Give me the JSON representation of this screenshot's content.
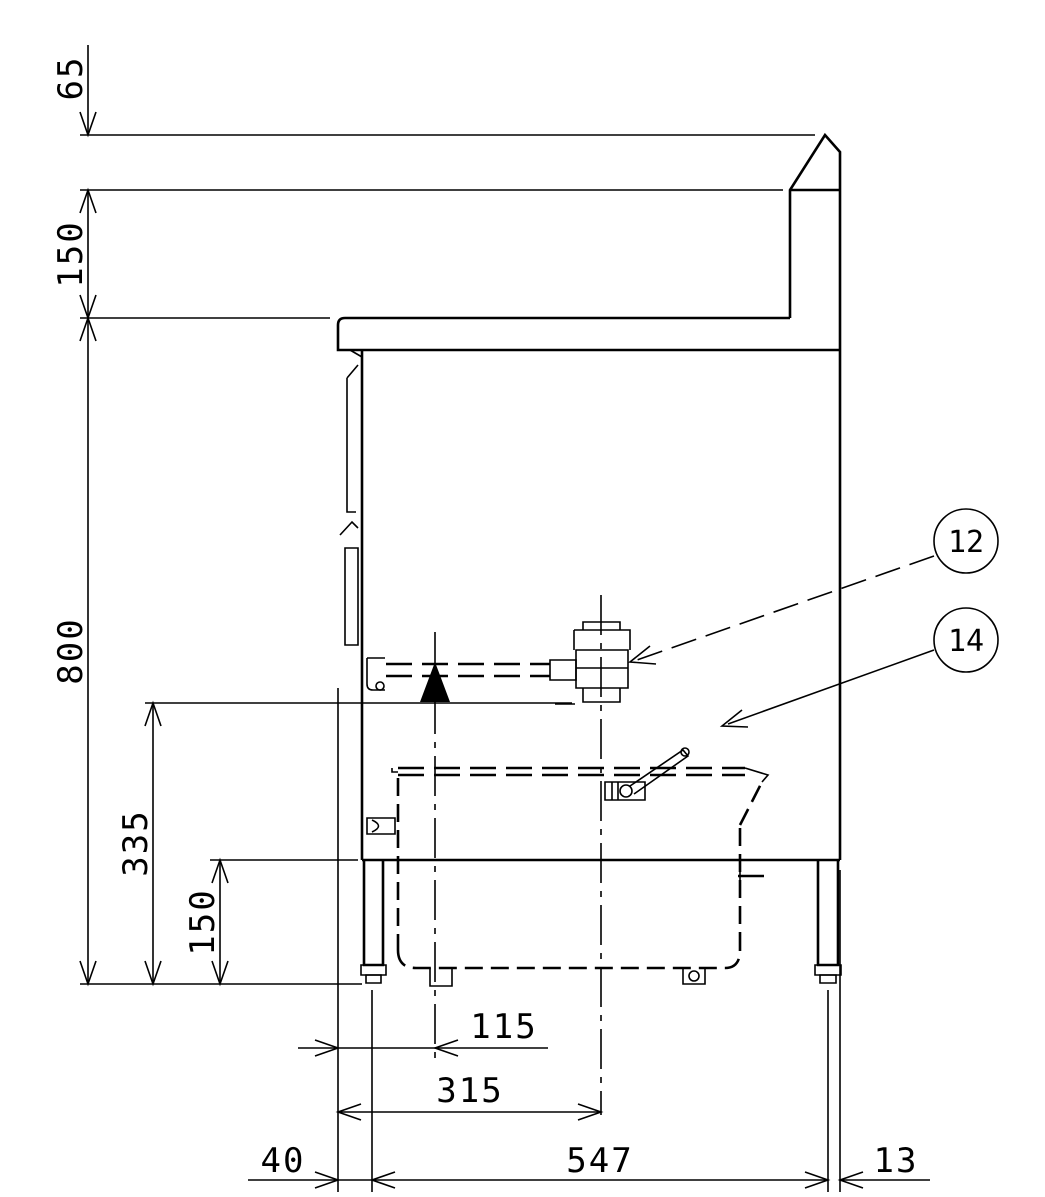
{
  "dimensions": {
    "vertical": {
      "d65": "65",
      "d150_top": "150",
      "d800": "800",
      "d335": "335",
      "d150_bottom": "150"
    },
    "horizontal": {
      "d115": "115",
      "d315": "315",
      "d40": "40",
      "d547": "547",
      "d13": "13"
    }
  },
  "callouts": {
    "c12": "12",
    "c14": "14"
  }
}
